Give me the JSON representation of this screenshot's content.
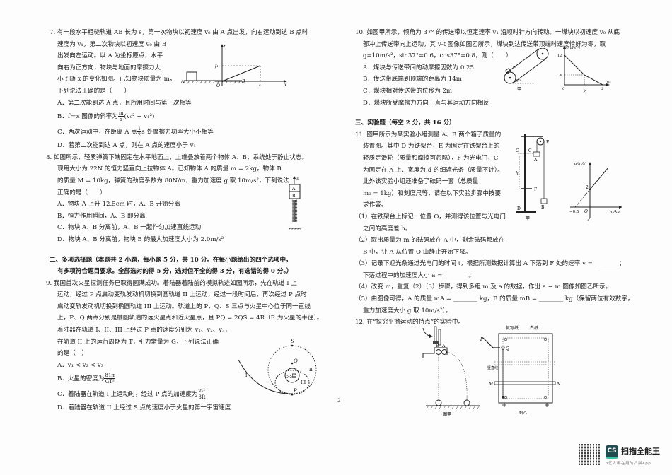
{
  "page_number": "2",
  "left_column": {
    "q7": {
      "stem": [
        "7. 有一段水平粗糙轨道 AB 长为 s，第一次物块以初速度 v₀ 由 A 点出发，向右运动到达 B 点时",
        "速度为 v₁，第二次物块以初速度 v₀ 由 B",
        "出发向左运动。以 A 为坐标原点，水平",
        "向右为正方向，物块与地面的摩擦力大",
        "小 f 随 x 的变化如图。已知物块质量为 m，",
        "下列说法正确的是（　　）"
      ],
      "options": [
        "A．第二次能到达 A 点，且所用时间与第一次相等",
        "B．f－x 图像的斜率为",
        "C．两次运动中，在距离 A 点",
        "D．若第二次能到达 A 点，则在 A 点的速度小于 v₁"
      ],
      "option_b_fraction": {
        "num": "m",
        "den": "s"
      },
      "option_b_tail": "(v₀² − v₁²)",
      "option_c_fraction": {
        "num": "1",
        "den": "2"
      },
      "option_c_tail": "s 处摩擦力功率大小不相等",
      "diagram_track_labels": {
        "a": "A",
        "b": "B"
      },
      "diagram_graph_labels": {
        "y": "f",
        "f1": "f₁",
        "origin": "O",
        "s": "s",
        "x": "x"
      }
    },
    "q8": {
      "stem": [
        "8. 如图所示，轻质弹簧下端固定在水平地面上，上端叠放着两个物体 A、B，系统处于静止状态。",
        "现用大小为 22N 的恒力竖直向上拉物体 A。已知物体 A 的质量 m = 2kg，物体 B",
        "的质量 M = 10kg，弹簧的劲度系数为 80N/m，重力加速度 g 取 10m/s²，下列说法",
        "正确的是（　　）"
      ],
      "options": [
        "A．物块 A 上升 12.5cm 时，A、B 开始分离",
        "B．恒力作用瞬间，A、B 即分离",
        "C．物块 A、B 分离前，A、B 一起作匀加速直线运动",
        "D．物块 A、B 分离前，物块 B 的最大加速度大小为 2.0m/s²"
      ],
      "diagram_labels": {
        "force": "F",
        "a": "A",
        "b": "B"
      }
    },
    "section2": {
      "title_line1": "二、多项选择题（本题共 2 小题，每小题 5 分，共 10 分。在每小题给出的四个选项中，",
      "title_line2": "有多项符合题目要求。全部选对的得 5 分，选对但不全的得 3 分，有选错的得 0 分。）"
    },
    "q9": {
      "stem": [
        "9. 我国首次火星探测任务已取得圆满成功。着陆器着陆前的模拟轨迹如图所示，先在轨道 I 上",
        "运动，经过 P 点启动变轨发动机切换到圆轨道 II 上运动，经过一段时间后，再次经过 P 点时",
        "启动变轨发动机切换到椭圆轨道 III 上运动。轨道上的 P、Q、S 三点与火星中心位于同一直线",
        "上，P、Q 两点分别是椭圆轨道的远火星点和近火星点，且 PQ = 2QS = 4R（R 为火星的半径）。",
        "着陆器在轨道 I、II、III 上经过 P 点的速度分别为 v₁、v₂、v₃，",
        "在轨道 II 上的运行周期为 T，引力常量为 G，下列说法正确",
        "的是（　）"
      ],
      "options": [
        "A．v₁ < v₂ < v₃",
        "B．火星的密度为",
        "C．着陆器在轨道 I 上运动时，经过 P 点的加速度为",
        "D．着陆器在轨道 II 上经过 S 点的速度小于火星的第一宇宙速度"
      ],
      "option_b_fraction": {
        "num": "81π",
        "den": "GT²"
      },
      "option_c_fraction": {
        "num": "v₂²",
        "den": "3R"
      },
      "diagram_labels": {
        "s": "S",
        "q": "Q",
        "p": "P",
        "mars": "火星",
        "orbit1": "I",
        "orbit2": "II",
        "orbit3": "III"
      }
    }
  },
  "right_column": {
    "q10": {
      "stem": [
        "10. 如图甲所示，倾角为 37° 的传送带以恒定速率 v₁ 沿顺时针方向转动。一煤块以初速度 v₀ 从底",
        "部冲上传送带向上运动，其 v-t 图像如图乙所示，煤块到达传送带顶端时速度恰好为零，取",
        "g=10m/s²，sin37°=0.6，cos37°=0.8，则（　　）"
      ],
      "options": [
        "A．煤块与传送带间的动摩擦因数为 0.25",
        "B．传送带底端到顶端的距离为 14m",
        "C．煤块相对传送带的位移为 2m",
        "D．煤块所受摩擦力方向一直与其运动方向相反"
      ],
      "diagram_jia": {
        "angle": "37°",
        "v0": "v₀",
        "caption": "甲"
      },
      "diagram_yi": {
        "ylabel": "v/(m·s⁻¹)",
        "xlabel": "t/s",
        "y_ticks": [
          "12",
          "4"
        ],
        "x_ticks": [
          "0",
          "1",
          "2"
        ],
        "caption": "乙"
      }
    },
    "section3": {
      "title": "三、实验题（每空 2 分，共 16 分）"
    },
    "q11": {
      "stem": [
        "11. 图甲所示为某实验小组测量 A、B 两个箱子质量的",
        "装置图。其中 D 为铁架台，E 为固定在铁架台上的",
        "轻质定滑轮（质量和摩擦可忽略），F 为光电门，C",
        "为固定在 A 上、宽度为 d 的细遮光条（质量不计）。",
        "此外该实验小组还准备了砝码一套（总质量",
        "m₀ = 1kg）和刻度尺等，请在以下实验步骤中按要",
        "求作答。"
      ],
      "steps": [
        "（1）在铁架台上标记一位置 O，并测得该位置与光电门",
        "之间的高度差 h。",
        "（2）取出质量为 m 的砝码放在 A 中，剩余砝码都放在",
        "B 中，让 A 从位置 O 由静止开始下降。",
        "（3）记录下遮光条通过光电门的时间 t，根据所测数据计算出 A 下落到 F 处的速率 v = ________；",
        "下落过程中的加速度大小 a = ________。",
        "（4）改变 m，重复（2）（3）步骤，得到多组 m 及 a 的数据，作出 a − m 图像如图乙所示。",
        "（5）由图像可得，A 的质量 mA = ________ kg，B 的质量 mB = ________ kg（保留两位有效数字，",
        "重力加速度大小 g 取 10m/s²）。"
      ],
      "diagram_jia": {
        "labels": {
          "e": "E",
          "o": "O",
          "c": "C",
          "a": "A",
          "h": "h",
          "f": "F",
          "b": "B",
          "d": "D"
        },
        "caption": "甲"
      },
      "diagram_yi": {
        "ylabel": "a/m/s²",
        "xlabel": "m/kg",
        "y_intercept": "2",
        "x_intercept": "−0.5",
        "origin": "O",
        "caption": "乙"
      }
    },
    "q12": {
      "stem": "12. 在“探究平抛运动的特点”的实验中。",
      "diagram_jia": {
        "labels": {
          "b": "B",
          "a": "A"
        },
        "caption": "图甲"
      },
      "diagram_yi": {
        "labels": {
          "copy_paper": "复写纸",
          "white_paper": "白纸",
          "p": "P",
          "q": "Q",
          "vertical": "竖直线",
          "m": "M",
          "n": "N"
        },
        "caption": "图乙"
      }
    }
  },
  "watermark": {
    "logo_text": "CS",
    "app_name": "扫描全能王",
    "tagline": "3亿人都在用的扫描App",
    "colors": {
      "logo_bg": "#1f4d4f",
      "logo_accent": "#3fc3a6"
    }
  },
  "chart_data": [
    {
      "type": "line",
      "title": "Q7 f–x 图像",
      "xlabel": "x",
      "ylabel": "f",
      "x": [
        0,
        "s"
      ],
      "values": [
        0,
        "f₁"
      ]
    },
    {
      "type": "line",
      "title": "Q10 v–t 图像（乙）",
      "xlabel": "t/s",
      "ylabel": "v/(m·s⁻¹)",
      "x": [
        0,
        1,
        2
      ],
      "values": [
        12,
        4,
        0
      ],
      "xlim": [
        0,
        2
      ],
      "ylim": [
        0,
        12
      ]
    },
    {
      "type": "line",
      "title": "Q11 a–m 图像（乙）",
      "xlabel": "m/kg",
      "ylabel": "a/m/s²",
      "x": [
        -0.5,
        0
      ],
      "values": [
        0,
        2
      ]
    }
  ]
}
